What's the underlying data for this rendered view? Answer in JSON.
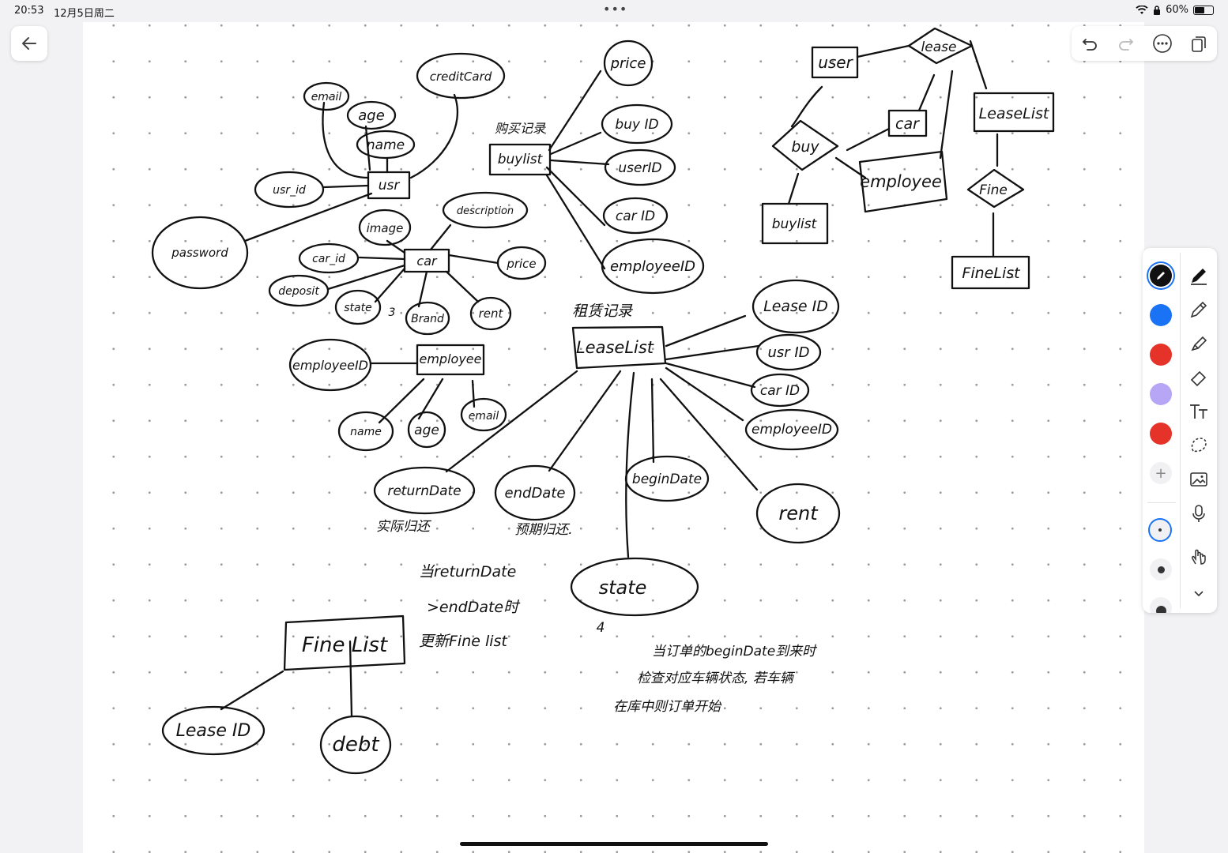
{
  "status": {
    "time": "20:53",
    "date": "12月5日周二",
    "battery": "60%",
    "battery_level": 0.6
  },
  "colors": {
    "ink": "#111111",
    "blue": "#1a73f5",
    "red": "#e5332a",
    "lavender": "#b7a5f5",
    "red2": "#e5332a"
  },
  "icons": {
    "back": "arrow-left-icon",
    "undo": "undo-icon",
    "redo": "redo-icon",
    "more": "ellipsis-icon",
    "pages": "pages-icon"
  },
  "sketch": {
    "entities": {
      "usr": "usr",
      "car": "car",
      "buylist": "buylist",
      "employee": "employee",
      "leaselist": "LeaseList",
      "finelist": "Fine List",
      "user": "user",
      "car2": "car",
      "leaselist2": "LeaseList",
      "finelist2": "FineList",
      "buylist2": "buylist",
      "employee2": "employee"
    },
    "relations": {
      "lease": "lease",
      "buy": "buy",
      "fine": "Fine"
    },
    "usr_attrs": {
      "email": "email",
      "age": "age",
      "name": "name",
      "credit": "creditCard",
      "usr_id": "usr_id",
      "password": "password"
    },
    "car_attrs": {
      "image": "image",
      "description": "description",
      "car_id": "car_id",
      "price": "price",
      "deposit": "deposit",
      "state": "state",
      "brand": "Brand",
      "rent": "rent",
      "note3": "3"
    },
    "buy_attrs": {
      "price": "price",
      "buy_id": "buy ID",
      "user_id": "userID",
      "car_id": "car ID",
      "employee_id": "employeeID",
      "note": "购买记录"
    },
    "emp_attrs": {
      "employee_id": "employeeID",
      "name": "name",
      "age": "age",
      "email": "email"
    },
    "lease_attrs": {
      "note": "租赁记录",
      "lease_id": "Lease ID",
      "usr_id": "usr ID",
      "car_id": "car ID",
      "employee_id": "employeeID",
      "return_date": "returnDate",
      "end_date": "endDate",
      "begin_date": "beginDate",
      "rent": "rent",
      "state": "state",
      "return_note": "实际归还",
      "end_note": "预期归还.",
      "state_note": "4"
    },
    "fine_attrs": {
      "lease_id": "Lease ID",
      "debt": "debt"
    },
    "notes": {
      "line1": "当returnDate",
      "line2": ">endDate时",
      "line3": "更新Fine list",
      "line4": "当订单的beginDate到来时",
      "line5": "检查对应车辆状态, 若车辆",
      "line6": "在库中则订单开始"
    }
  }
}
